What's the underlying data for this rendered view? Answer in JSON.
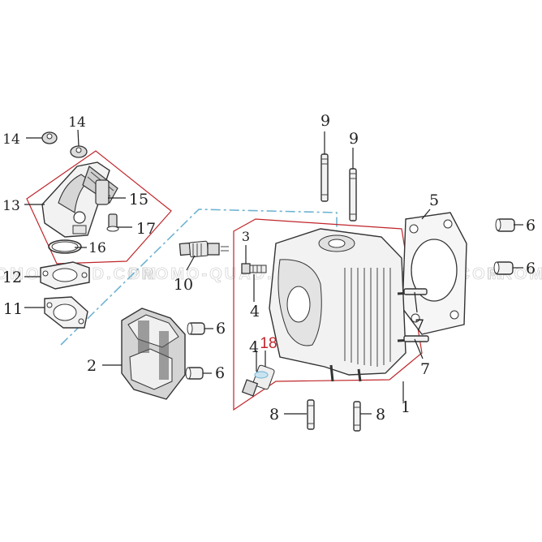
{
  "watermark": "PROMO-QUAD.COM",
  "callouts": [
    {
      "id": "c1",
      "text": "1"
    },
    {
      "id": "c2",
      "text": "2"
    },
    {
      "id": "c3",
      "text": "3"
    },
    {
      "id": "c4a",
      "text": "4"
    },
    {
      "id": "c4b",
      "text": "4"
    },
    {
      "id": "c5",
      "text": "5"
    },
    {
      "id": "c6a",
      "text": "6"
    },
    {
      "id": "c6b",
      "text": "6"
    },
    {
      "id": "c6c",
      "text": "6"
    },
    {
      "id": "c6d",
      "text": "6"
    },
    {
      "id": "c7a",
      "text": "7"
    },
    {
      "id": "c7b",
      "text": "7"
    },
    {
      "id": "c8a",
      "text": "8"
    },
    {
      "id": "c8b",
      "text": "8"
    },
    {
      "id": "c9a",
      "text": "9"
    },
    {
      "id": "c9b",
      "text": "9"
    },
    {
      "id": "c10",
      "text": "10"
    },
    {
      "id": "c11",
      "text": "11"
    },
    {
      "id": "c12",
      "text": "12"
    },
    {
      "id": "c13",
      "text": "13"
    },
    {
      "id": "c14a",
      "text": "14"
    },
    {
      "id": "c14b",
      "text": "14"
    },
    {
      "id": "c15",
      "text": "15"
    },
    {
      "id": "c16",
      "text": "16"
    },
    {
      "id": "c17",
      "text": "17"
    },
    {
      "id": "c18",
      "text": "18"
    }
  ],
  "colors": {
    "outline_red": "#c0262b",
    "leader_blue": "#6fb3d2",
    "ink": "#222222"
  }
}
